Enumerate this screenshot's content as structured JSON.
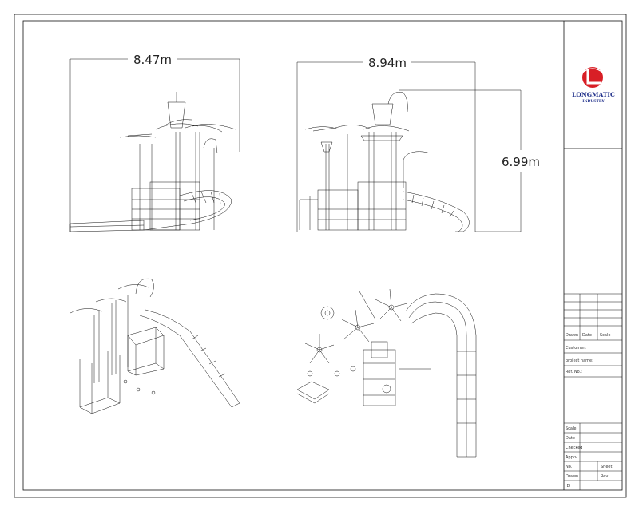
{
  "dimensions": {
    "front_width": "8.47m",
    "side_width": "8.94m",
    "side_height": "6.99m"
  },
  "brand": {
    "name": "LONGMATIC",
    "sub": "INDUSTRY",
    "logo_color": "#d81f26",
    "text_color": "#1f2f8a"
  },
  "title_block": {
    "row_labels": [
      "Drawn",
      "Date",
      "Scale"
    ],
    "customer": "Customer:",
    "project": "project name:",
    "ref": "Ref. No.:",
    "lower": [
      "Scale",
      "Date",
      "Checked",
      "Apprv.",
      "No.",
      "Drawn",
      "ID"
    ],
    "right_small": [
      "Sheet",
      "Rev."
    ]
  }
}
